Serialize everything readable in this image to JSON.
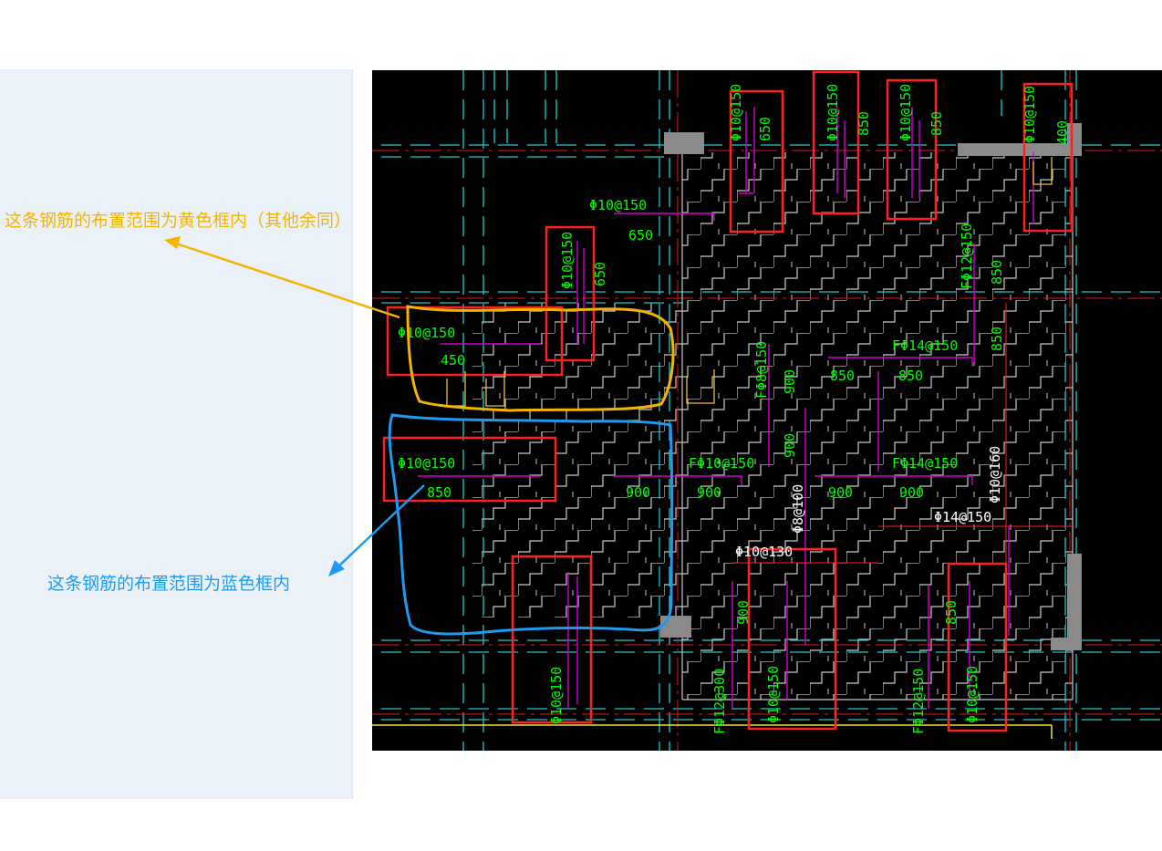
{
  "annotations": {
    "yellow_note": "这条钢筋的布置范围为黄色框内（其他余同）",
    "blue_note": "这条钢筋的布置范围为蓝色框内",
    "yellow_color": "#f5b400",
    "blue_color": "#1e9bf0"
  },
  "colors": {
    "cad_background": "#000000",
    "rebar_label": "#00ff00",
    "dimension_line": "#d000d0",
    "highlight_box": "#ff2020",
    "axis_line": "#ff2020",
    "grid_cyan": "#20c8c8"
  },
  "rebar_labels": {
    "top_1": "Φ10@150",
    "top_2": "Φ10@150",
    "top_3": "Φ10@150",
    "top_4": "Φ10@150",
    "top_mid": "Φ10@150",
    "mid_small": "Φ10@150",
    "left_1": "Φ10@150",
    "left_2": "Φ10@150",
    "right_1": "FΦ12@150",
    "right_2": "FΦ14@150",
    "center_1": "FΦ8@150",
    "center_2": "FΦ10@150",
    "center_3": "FΦ14@150",
    "center_4": "Φ8@100",
    "center_5": "Φ10@130",
    "center_6": "Φ14@150",
    "right_vert": "Φ10@160",
    "bottom_1": "Φ10@150",
    "bottom_2": "FΦ12@300",
    "bottom_3": "Φ10@150",
    "bottom_4": "FΦ12@150",
    "bottom_5": "Φ10@150"
  },
  "dimension_labels": {
    "d_650_a": "650",
    "d_850_a": "850",
    "d_850_b": "850",
    "d_400": "400",
    "d_650_b": "650",
    "d_650_c": "650",
    "d_850_c": "850",
    "d_850_d": "850",
    "d_850_e": "850",
    "d_850_f": "850",
    "d_450": "450",
    "d_900_a": "900",
    "d_900_b": "900",
    "d_850_g": "850",
    "d_900_c": "900",
    "d_900_d": "900",
    "d_900_e": "900",
    "d_900_f": "900",
    "d_900_g": "900",
    "d_850_h": "850"
  }
}
